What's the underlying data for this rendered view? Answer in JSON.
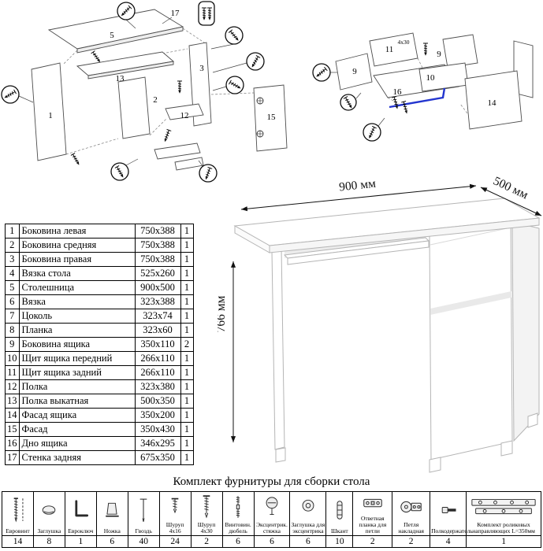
{
  "desk": {
    "width_label": "900 мм",
    "depth_label": "500 мм",
    "height_label": "766 мм"
  },
  "exploded_left": {
    "labels": [
      "5",
      "17",
      "1",
      "13",
      "2",
      "3",
      "12",
      "15"
    ]
  },
  "exploded_right": {
    "labels": [
      "11",
      "9",
      "9",
      "10",
      "16",
      "14"
    ],
    "annotation": "4x30"
  },
  "parts_table": {
    "rows": [
      {
        "num": "1",
        "name": "Боковина левая",
        "size": "750x388",
        "qty": "1"
      },
      {
        "num": "2",
        "name": "Боковина средняя",
        "size": "750x388",
        "qty": "1"
      },
      {
        "num": "3",
        "name": "Боковина правая",
        "size": "750x388",
        "qty": "1"
      },
      {
        "num": "4",
        "name": "Вязка стола",
        "size": "525x260",
        "qty": "1"
      },
      {
        "num": "5",
        "name": "Столешница",
        "size": "900x500",
        "qty": "1"
      },
      {
        "num": "6",
        "name": "Вязка",
        "size": "323x388",
        "qty": "1"
      },
      {
        "num": "7",
        "name": "Цоколь",
        "size": "323x74",
        "qty": "1"
      },
      {
        "num": "8",
        "name": "Планка",
        "size": "323x60",
        "qty": "1"
      },
      {
        "num": "9",
        "name": "Боковина ящика",
        "size": "350x110",
        "qty": "2"
      },
      {
        "num": "10",
        "name": "Щит ящика передний",
        "size": "266x110",
        "qty": "1"
      },
      {
        "num": "11",
        "name": "Щит ящика задний",
        "size": "266x110",
        "qty": "1"
      },
      {
        "num": "12",
        "name": "Полка",
        "size": "323x380",
        "qty": "1"
      },
      {
        "num": "13",
        "name": "Полка выкатная",
        "size": "500x350",
        "qty": "1"
      },
      {
        "num": "14",
        "name": "Фасад ящика",
        "size": "350x200",
        "qty": "1"
      },
      {
        "num": "15",
        "name": "Фасад",
        "size": "350x430",
        "qty": "1"
      },
      {
        "num": "16",
        "name": "Дно ящика",
        "size": "346x295",
        "qty": "1"
      },
      {
        "num": "17",
        "name": "Стенка задняя",
        "size": "675x350",
        "qty": "1"
      }
    ]
  },
  "hardware": {
    "title": "Комплект фурнитуры для сборки стола",
    "items": [
      {
        "name": "Евровинт",
        "qty": "14",
        "icon": "confirmat-screw"
      },
      {
        "name": "Заглушка",
        "qty": "8",
        "icon": "cap"
      },
      {
        "name": "Евроключ",
        "qty": "1",
        "icon": "hex-key"
      },
      {
        "name": "Ножка",
        "qty": "6",
        "icon": "furniture-leg"
      },
      {
        "name": "Гвоздь",
        "qty": "40",
        "icon": "nail"
      },
      {
        "name": "Шуруп 4x16",
        "qty": "24",
        "icon": "screw-short"
      },
      {
        "name": "Шуруп 4x30",
        "qty": "2",
        "icon": "screw-long"
      },
      {
        "name": "Винтовин. дюбель",
        "qty": "6",
        "icon": "dowel-screw"
      },
      {
        "name": "Эксцентрик. стяжка",
        "qty": "6",
        "icon": "cam-lock"
      },
      {
        "name": "Заглушка для эксцентрика",
        "qty": "6",
        "icon": "cam-cap"
      },
      {
        "name": "Шкант",
        "qty": "10",
        "icon": "wood-dowel"
      },
      {
        "name": "Ответная планка для петли",
        "qty": "2",
        "icon": "hinge-plate"
      },
      {
        "name": "Петля накладная",
        "qty": "2",
        "icon": "hinge"
      },
      {
        "name": "Полкодержатель",
        "qty": "4",
        "icon": "shelf-support"
      },
      {
        "name": "Комплект роликовых направляющих L=350мм",
        "qty": "1",
        "icon": "roller-guides"
      }
    ]
  }
}
